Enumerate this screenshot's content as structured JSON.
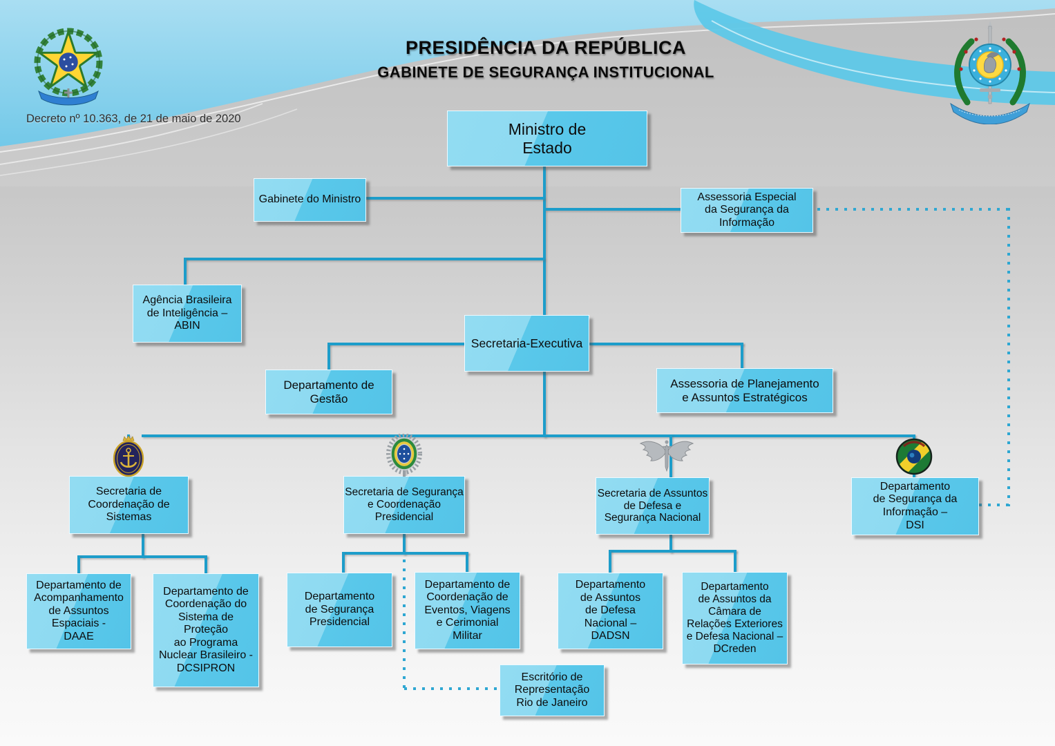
{
  "header": {
    "title_line1": "PRESIDÊNCIA DA REPÚBLICA",
    "title_line2": "GABINETE DE SEGURANÇA INSTITUCIONAL",
    "decree": "Decreto nº 10.363, de 21 de maio de 2020"
  },
  "icons": {
    "top_left": "brazil-coat-of-arms",
    "top_right": "gsi-emblem",
    "sistemas": "navy-emblem",
    "presidencial": "army-emblem",
    "defesa": "air-force-emblem",
    "dsi": "dsi-emblem"
  },
  "colors": {
    "box_fill": "#57c6e9",
    "box_highlight": "#92dcf2",
    "connector": "#1d9dca",
    "dotted": "#2ea7d2",
    "header_blue": "#7ccde9",
    "header_gray": "#c8c8c8"
  },
  "nodes": {
    "ministro": [
      "Ministro de",
      "Estado"
    ],
    "gabinete": [
      "Gabinete do Ministro"
    ],
    "assessoria_especial": [
      "Assessoria Especial",
      "da Segurança da",
      "Informação"
    ],
    "abin": [
      "Agência Brasileira",
      "de Inteligência –",
      "ABIN"
    ],
    "secretaria_executiva": [
      "Secretaria-Executiva"
    ],
    "dep_gestao": [
      "Departamento de",
      "Gestão"
    ],
    "assessoria_planejamento": [
      "Assessoria de Planejamento",
      "e Assuntos Estratégicos"
    ],
    "sec_sistemas": [
      "Secretaria de",
      "Coordenação de",
      "Sistemas"
    ],
    "sec_presidencial": [
      "Secretaria de Segurança",
      "e Coordenação",
      "Presidencial"
    ],
    "sec_defesa": [
      "Secretaria de Assuntos",
      "de Defesa e",
      "Segurança Nacional"
    ],
    "dsi": [
      "Departamento",
      "de Segurança da",
      "Informação –",
      "DSI"
    ],
    "daae": [
      "Departamento de",
      "Acompanhamento",
      "de Assuntos",
      "Espaciais -",
      "DAAE"
    ],
    "dcsipron": [
      "Departamento de",
      "Coordenação do",
      "Sistema de",
      "Proteção",
      "ao Programa",
      "Nuclear Brasileiro -",
      "DCSIPRON"
    ],
    "dep_seg_presidencial": [
      "Departamento",
      "de Segurança",
      "Presidencial"
    ],
    "dep_eventos": [
      "Departamento de",
      "Coordenação de",
      "Eventos, Viagens",
      "e Cerimonial",
      "Militar"
    ],
    "dadsn": [
      "Departamento",
      "de Assuntos",
      "de Defesa",
      "Nacional –",
      "DADSN"
    ],
    "dcreden": [
      "Departamento",
      "de Assuntos da",
      "Câmara de",
      "Relações Exteriores",
      "e Defesa Nacional –",
      "DCreden"
    ],
    "escritorio_rj": [
      "Escritório de",
      "Representação",
      "Rio de Janeiro"
    ]
  }
}
